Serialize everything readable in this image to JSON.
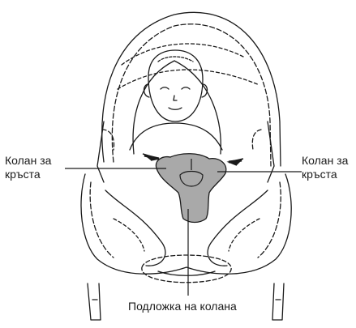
{
  "labels": {
    "left_line1": "Колан за",
    "left_line2": "кръста",
    "right_line1": "Колан за",
    "right_line2": "кръста",
    "bottom": "Подложка на колана"
  },
  "colors": {
    "line": "#1a1a1a",
    "pad_fill": "#a9a9a9",
    "background": "#ffffff"
  }
}
